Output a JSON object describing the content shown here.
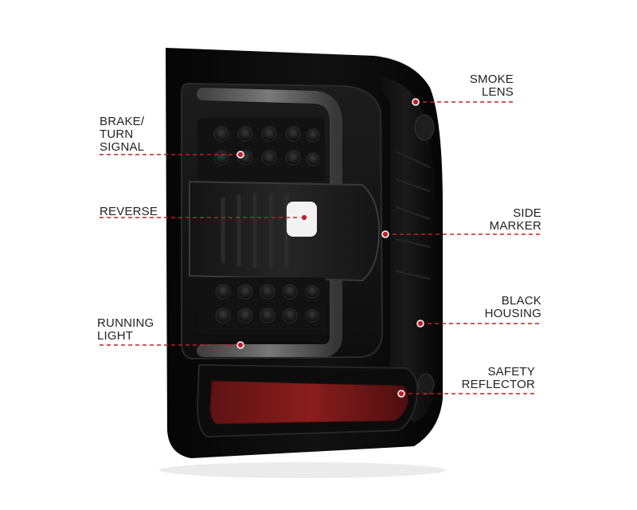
{
  "colors": {
    "background": "#ffffff",
    "housing": "#0b0b0b",
    "lens_smoke": "#3a3a3a",
    "reflector_red": "#8a1a1a",
    "callout_red": "#c0202a",
    "label_text": "#222222"
  },
  "callouts": {
    "smoke_lens": [
      "SMOKE",
      "LENS"
    ],
    "brake_turn_signal": [
      "BRAKE/",
      "TURN",
      "SIGNAL"
    ],
    "reverse": [
      "REVERSE"
    ],
    "side_marker": [
      "SIDE",
      "MARKER"
    ],
    "black_housing": [
      "BLACK",
      "HOUSING"
    ],
    "running_light": [
      "RUNNING",
      "LIGHT"
    ],
    "safety_reflector": [
      "SAFETY",
      "REFLECTOR"
    ]
  }
}
